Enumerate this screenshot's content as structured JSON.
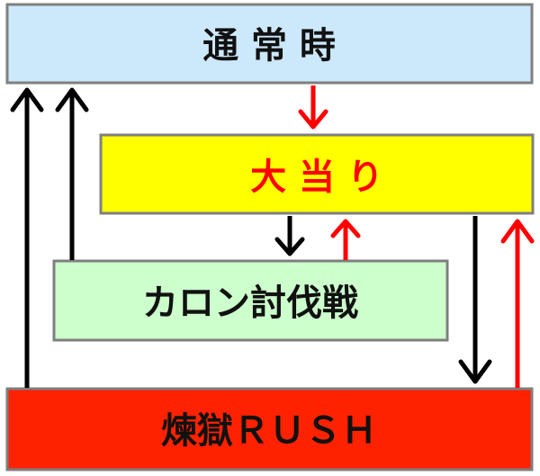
{
  "diagram": {
    "boxes": {
      "normal": {
        "label": "通 常 時",
        "color": "#cce8fb",
        "text_color": "#111111"
      },
      "jackpot": {
        "label": "大 当 り",
        "color": "#ffff00",
        "text_color": "#ff0000"
      },
      "karon": {
        "label": "カロン討伐戦",
        "color": "#ccffcc",
        "text_color": "#111111"
      },
      "rush": {
        "label": "煉獄ＲＵＳＨ",
        "color": "#ff2200",
        "text_color": "#111111"
      }
    },
    "border_color": "#7f7f7f",
    "arrows": {
      "black": "#000000",
      "red": "#ff0000"
    }
  }
}
